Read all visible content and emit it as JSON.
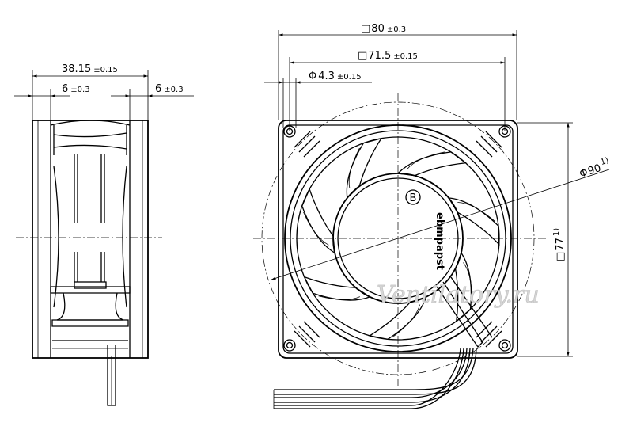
{
  "dimensions": {
    "side_width": {
      "value": "38.15",
      "tolerance": "±0.15"
    },
    "side_left_wall": {
      "value": "6",
      "tolerance": "±0.3"
    },
    "side_right_wall": {
      "value": "6",
      "tolerance": "±0.3"
    },
    "frame_size": {
      "symbol": "□",
      "value": "80",
      "tolerance": "±0.3"
    },
    "hole_spacing": {
      "symbol": "□",
      "value": "71.5",
      "tolerance": "±0.15"
    },
    "hole_diameter": {
      "symbol": "Φ",
      "value": "4.3",
      "tolerance": "±0.15"
    },
    "circle_diameter": {
      "symbol": "Φ",
      "value": "90",
      "note": "1)"
    },
    "inner_square": {
      "symbol": "□",
      "value": "77",
      "note": "1)"
    }
  },
  "labels": {
    "hub_mark": "B",
    "brand": "ebmpapst"
  },
  "watermark": "Ventilatory.ru"
}
